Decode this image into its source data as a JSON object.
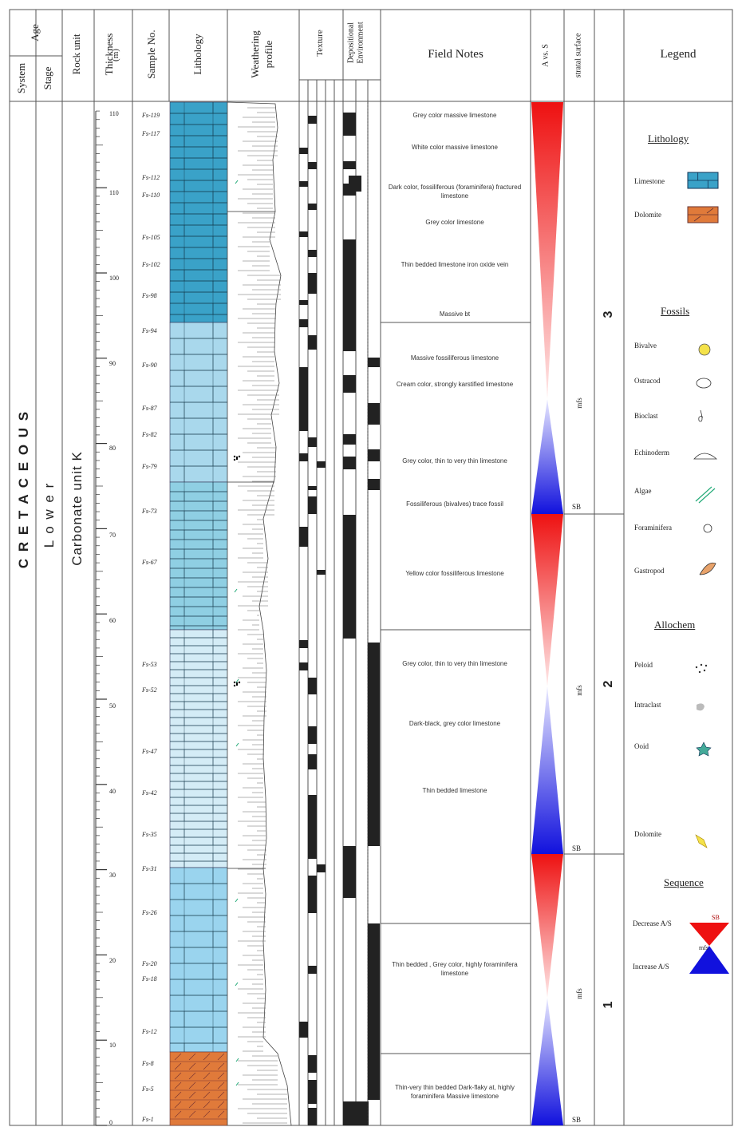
{
  "header": {
    "system": "System",
    "age": "Age",
    "stage": "Stage",
    "rock_unit": "Rock unit",
    "thickness": "Thickness",
    "thickness_unit": "(m)",
    "sample_no": "Sample No.",
    "lithology": "Lithology",
    "weathering": "Weathering",
    "weathering2": "profile",
    "texture": "Texture",
    "depositional": "Depositional",
    "environment": "Environment",
    "field_notes": "Field Notes",
    "avs": "A vs. S",
    "surface": "stratal surface",
    "legend": "Legend"
  },
  "columns": {
    "system": "C R E T A C E O U S",
    "stage": "L o w e r",
    "rock_unit": "Carbonate unit K"
  },
  "scale": {
    "ticks": [
      "110",
      "100",
      "90",
      "80",
      "70",
      "60",
      "50",
      "40",
      "30",
      "20",
      "10",
      "0"
    ]
  },
  "samples": [
    "Fs-119",
    "Fs-117",
    "Fs-112",
    "Fs-110",
    "Fs-105",
    "Fs-102",
    "Fs-98",
    "Fs-94",
    "Fs-90",
    "Fs-87",
    "Fs-82",
    "Fs-79",
    "Fs-73",
    "Fs-67",
    "Fs-53",
    "Fs-52",
    "Fs-47",
    "Fs-42",
    "Fs-35",
    "Fs-31",
    "Fs-26",
    "Fs-20",
    "Fs-18",
    "Fs-12",
    "Fs-8",
    "Fs-5",
    "Fs-1"
  ],
  "field_notes": [
    "Grey color massive limestone",
    "White color massive limestone",
    "Dark color, fossiliferous (foraminifera) fractured limestone",
    "Grey color limestone",
    "Thin bedded limestone iron oxide vein",
    "Massive bt",
    "Massive fossiliferous limestone",
    "Cream color, strongly karstified limestone",
    "Grey color, thin to very thin limestone",
    "Fossiliferous (bivalves) trace fossil",
    "Yellow color fossiliferous limestone",
    "Grey color, thin to very thin limestone",
    "Dark-black, grey color limestone",
    "Thin bedded limestone",
    "Thin bedded , Grey color, highly foraminifera limestone",
    "Thin-very thin bedded Dark-flaky at, highly foraminifera Massive limestone"
  ],
  "sequences": [
    "3",
    "2",
    "1"
  ],
  "surfaces": {
    "mfs": "mfs",
    "sb": "SB"
  },
  "legend": {
    "lithology_title": "Lithology",
    "limestone": "Limestone",
    "dolomite": "Dolomite",
    "fossils_title": "Fossils",
    "bivalve": "Bivalve",
    "ostracod": "Ostracod",
    "bioclast": "Bioclast",
    "echinoderm": "Echinoderm",
    "algae": "Algae",
    "foraminifera": "Foraminifera",
    "gastropod": "Gastropod",
    "allochem_title": "Allochem",
    "peloid": "Peloid",
    "intraclast": "Intraclast",
    "ooid": "Ooid",
    "dolomite2": "Dolomite",
    "sequence_title": "Sequence",
    "increase": "Increase A/S",
    "decrease": "Decrease A/S",
    "sb": "SB",
    "mfs": "mfs"
  },
  "colors": {
    "limestone_dark": "#3aa2c8",
    "limestone_light": "#b8e0f0",
    "dolomite": "#e07a3a",
    "red": "#ee1111",
    "blue": "#1111dd"
  }
}
